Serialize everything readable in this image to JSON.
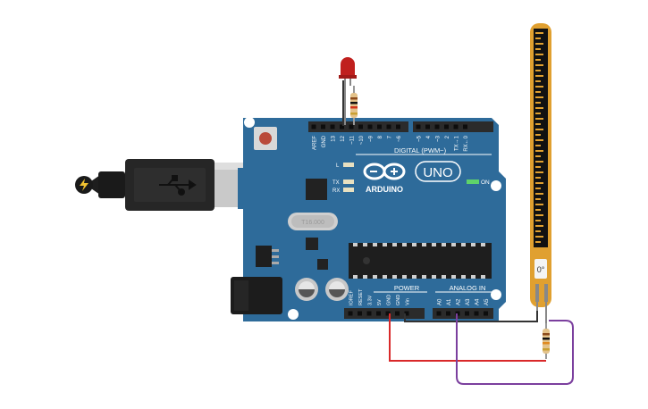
{
  "board": {
    "brand": "ARDUINO",
    "model": "UNO",
    "on_label": "ON",
    "digital_label": "DIGITAL (PWM~)",
    "power_label": "POWER",
    "analog_label": "ANALOG IN",
    "led_l_label": "L",
    "led_tx_label": "TX",
    "led_rx_label": "RX",
    "crystal_label": "T16.000",
    "digital_pins": [
      "AREF",
      "GND",
      "13",
      "12",
      "~11",
      "~10",
      "~9",
      "8",
      "7",
      "~6",
      "~5",
      "4",
      "~3",
      "2",
      "TX→1",
      "RX←0"
    ],
    "power_pins": [
      "IOREF",
      "RESET",
      "3.3V",
      "5V",
      "GND",
      "GND",
      "Vin"
    ],
    "analog_pins": [
      "A0",
      "A1",
      "A2",
      "A3",
      "A4",
      "A5"
    ],
    "colors": {
      "pcb": "#2e6b9a",
      "pcb_dark": "#245a84",
      "header": "#2b2b2b",
      "silk": "#ffffff"
    }
  },
  "flex_sensor": {
    "angle_label": "0°"
  },
  "wires": {
    "colors": {
      "power": "#d9292a",
      "signal": "#7b3f9e",
      "ground": "#333333"
    }
  },
  "led": {
    "color": "#c0201e"
  }
}
